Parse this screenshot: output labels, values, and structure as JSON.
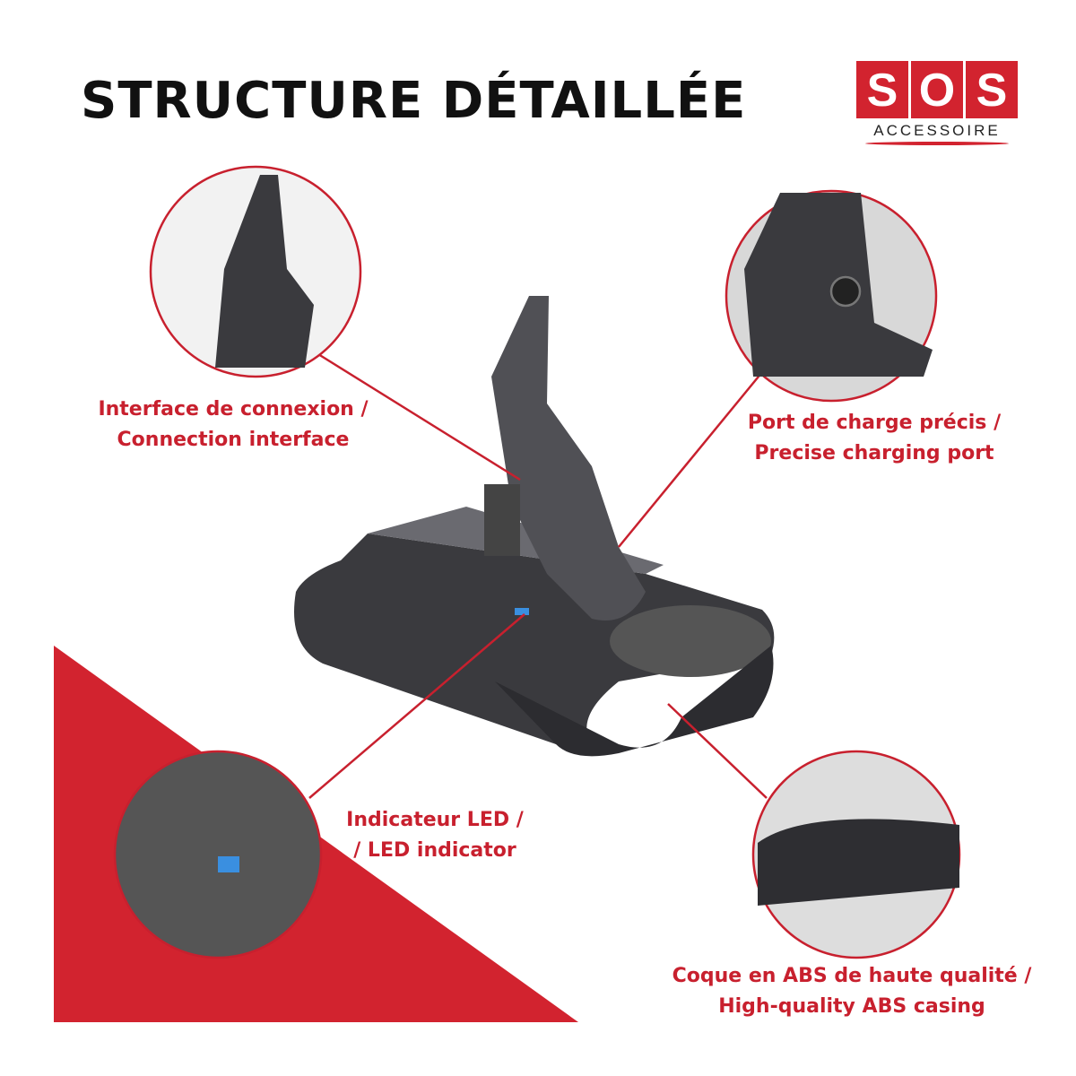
{
  "title": "STRUCTURE DÉTAILLÉE",
  "logo": {
    "letters": [
      "S",
      "O",
      "S"
    ],
    "subtitle": "ACCESSOIRE"
  },
  "callouts": [
    {
      "line1": "Interface de connexion /",
      "line2": "Connection interface"
    },
    {
      "line1": "Port de charge précis  /",
      "line2": "Precise charging port"
    },
    {
      "line1": "Indicateur LED /",
      "line2": "/ LED indicator"
    },
    {
      "line1": "Coque en ABS de haute qualité /",
      "line2": "High-quality ABS casing"
    }
  ],
  "colors": {
    "accent": "#d2232f",
    "label": "#c8202e",
    "battery": "#3a3a3e",
    "led": "#3a8fe0"
  }
}
